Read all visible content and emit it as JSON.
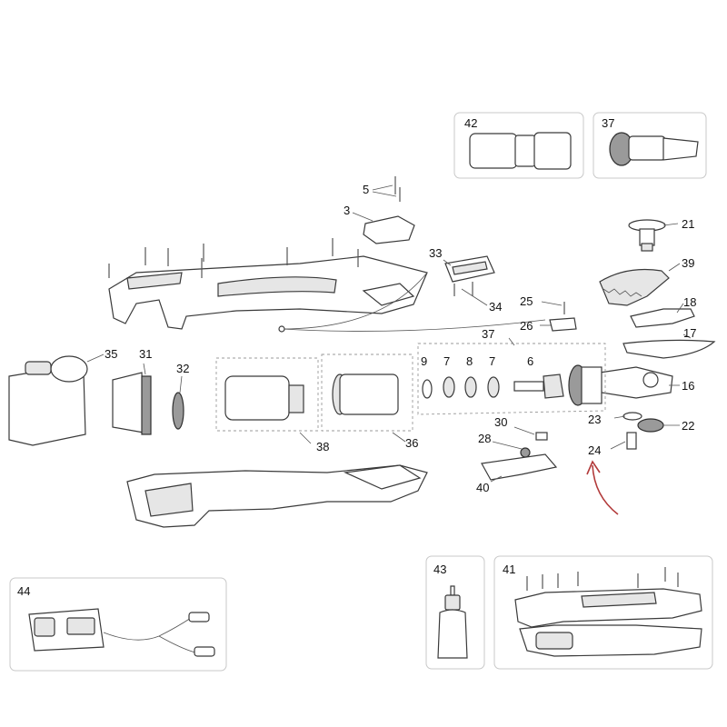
{
  "diagram": {
    "callout_numbers": [
      "3",
      "5",
      "6",
      "7",
      "7",
      "8",
      "9",
      "16",
      "17",
      "18",
      "21",
      "22",
      "23",
      "24",
      "25",
      "26",
      "28",
      "30",
      "31",
      "32",
      "33",
      "34",
      "35",
      "36",
      "37",
      "37",
      "38",
      "39",
      "40",
      "41",
      "42",
      "43",
      "44"
    ],
    "inset_labels": [
      "42",
      "37",
      "43",
      "41",
      "44"
    ],
    "arrow_color": "#b23a3a",
    "line_color": "#3a3a3a"
  }
}
